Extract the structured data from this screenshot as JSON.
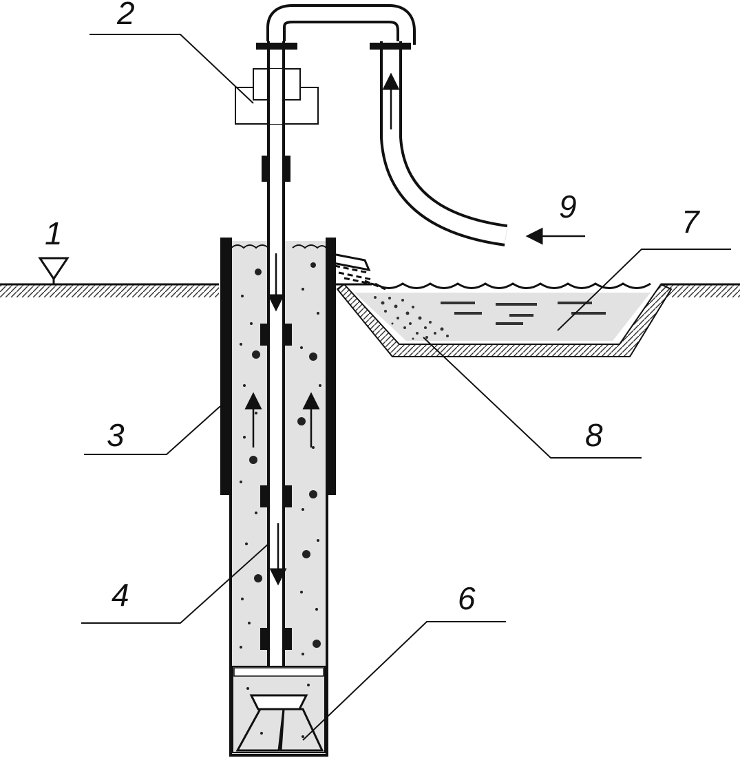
{
  "labels": {
    "ground_level": "1",
    "swivel": "2",
    "casing": "3",
    "drill_pipe": "4",
    "drill_bit": "6",
    "settling_pit": "7",
    "cuttings": "8",
    "return_hose": "9"
  },
  "colors": {
    "line": "#111111",
    "fill_light": "#e2e2e2",
    "fill_pipe": "#ffffff"
  }
}
